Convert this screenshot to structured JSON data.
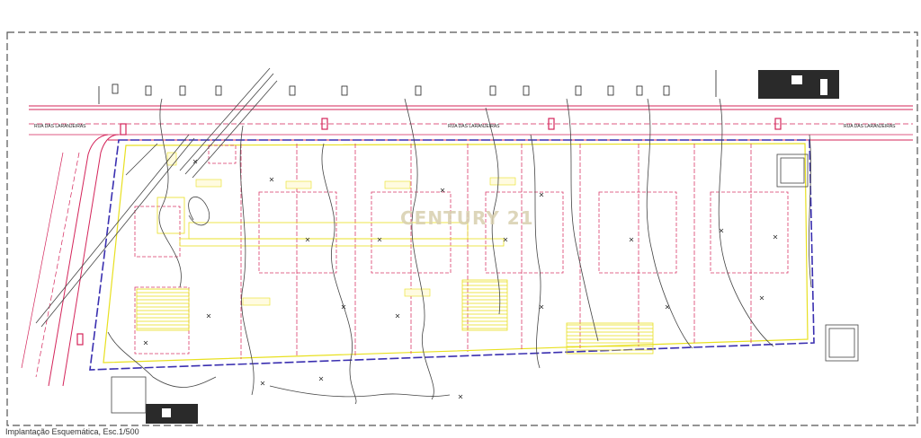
{
  "caption": "Implantação Esquemática, Esc.1/500",
  "watermark": "CENTURY 21",
  "street_labels": [
    "RUA DAS LARANJEIRAS",
    "RUA DAS LARANJEIRAS",
    "RUA DAS LARANJEIRAS"
  ],
  "colors": {
    "frame": "#555555",
    "road": "#d4245a",
    "boundary": "#3a2fb0",
    "lots": "#d93a6a",
    "yellow": "#e8e020",
    "terrain": "#444444",
    "building": "#222222"
  }
}
